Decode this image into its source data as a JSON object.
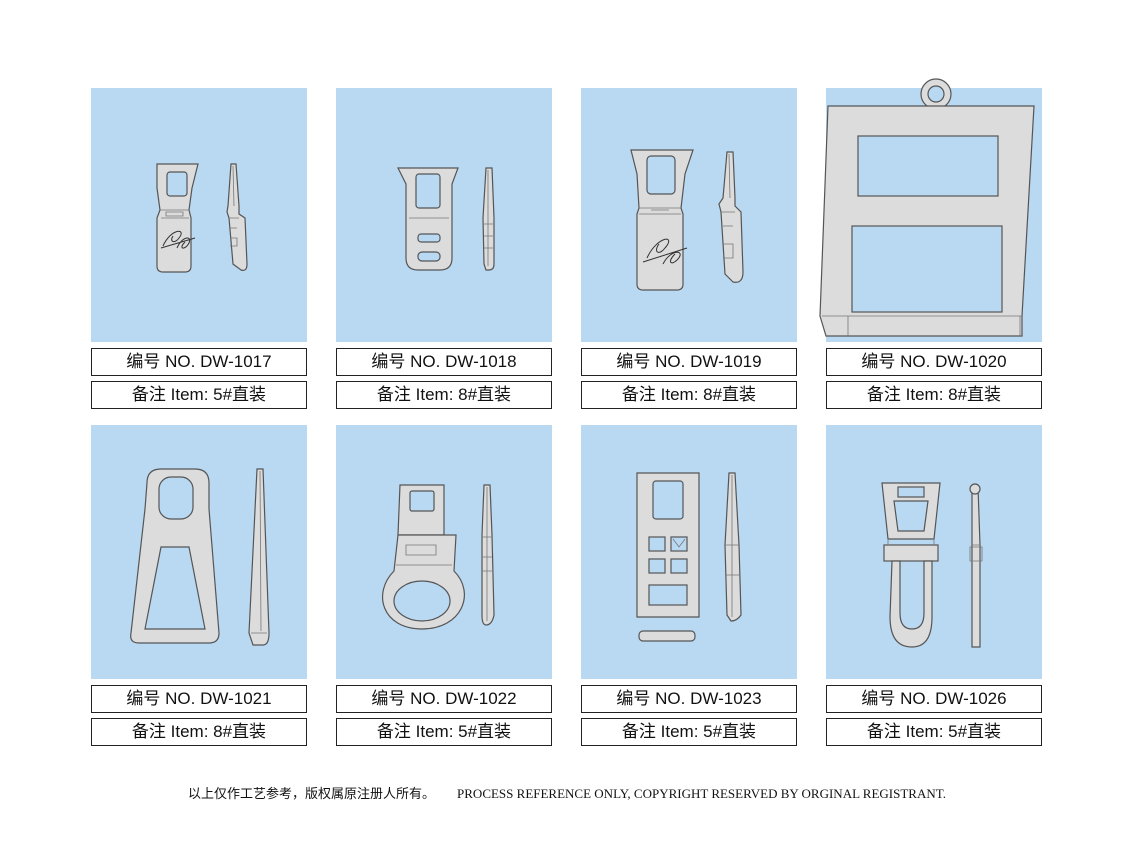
{
  "products": [
    {
      "no": "编号 NO. DW-1017",
      "item": "备注 Item: 5#直装"
    },
    {
      "no": "编号 NO. DW-1018",
      "item": "备注 Item: 8#直装"
    },
    {
      "no": "编号 NO. DW-1019",
      "item": "备注 Item: 8#直装"
    },
    {
      "no": "编号 NO. DW-1020",
      "item": "备注 Item: 8#直装"
    },
    {
      "no": "编号 NO. DW-1021",
      "item": "备注 Item: 8#直装"
    },
    {
      "no": "编号 NO. DW-1022",
      "item": "备注 Item: 5#直装"
    },
    {
      "no": "编号 NO. DW-1023",
      "item": "备注 Item: 5#直装"
    },
    {
      "no": "编号 NO. DW-1026",
      "item": "备注 Item: 5#直装"
    }
  ],
  "footer": {
    "cn": "以上仅作工艺参考，版权属原注册人所有。",
    "en": "PROCESS REFERENCE ONLY, COPYRIGHT RESERVED BY ORGINAL REGISTRANT."
  },
  "colors": {
    "panel_bg": "#b9d8f1",
    "part_fill": "#dcdcdc",
    "outline": "#555555"
  }
}
